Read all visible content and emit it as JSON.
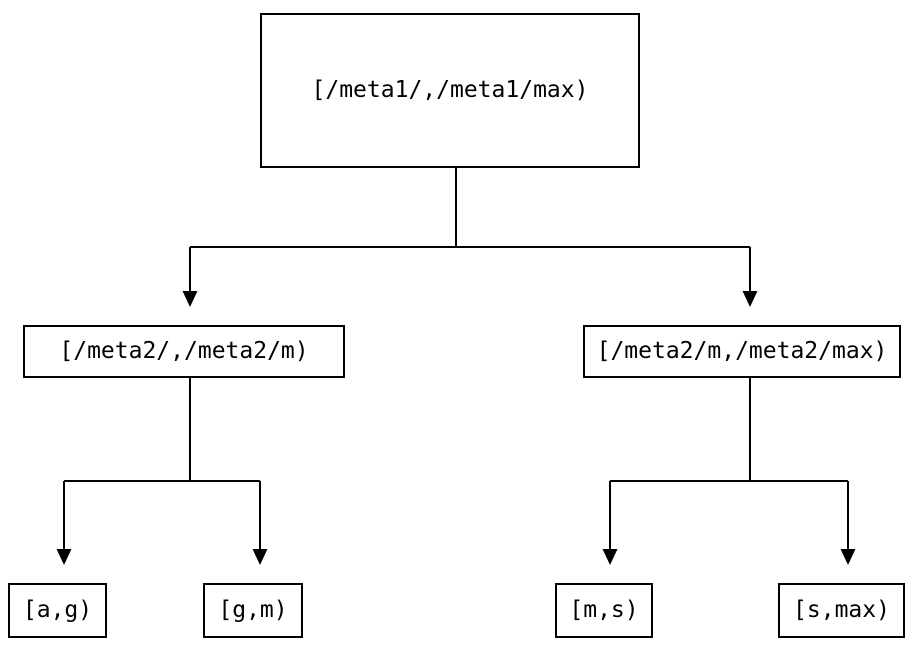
{
  "diagram": {
    "background_color": "#ffffff",
    "line_color": "#000000",
    "text_color": "#000000",
    "nodes": {
      "root": {
        "label": "[/meta1/,/meta1/max)"
      },
      "left": {
        "label": "[/meta2/,/meta2/m)"
      },
      "right": {
        "label": "[/meta2/m,/meta2/max)"
      },
      "leaf_ag": {
        "label": "[a,g)"
      },
      "leaf_gm": {
        "label": "[g,m)"
      },
      "leaf_ms": {
        "label": "[m,s)"
      },
      "leaf_smax": {
        "label": "[s,max)"
      }
    },
    "edges": [
      {
        "from": "[/meta1/,/meta1/max)",
        "to": "[/meta2/,/meta2/m)"
      },
      {
        "from": "[/meta1/,/meta1/max)",
        "to": "[/meta2/m,/meta2/max)"
      },
      {
        "from": "[/meta2/,/meta2/m)",
        "to": "[a,g)"
      },
      {
        "from": "[/meta2/,/meta2/m)",
        "to": "[g,m)"
      },
      {
        "from": "[/meta2/m,/meta2/max)",
        "to": "[m,s)"
      },
      {
        "from": "[/meta2/m,/meta2/max)",
        "to": "[s,max)"
      }
    ]
  }
}
